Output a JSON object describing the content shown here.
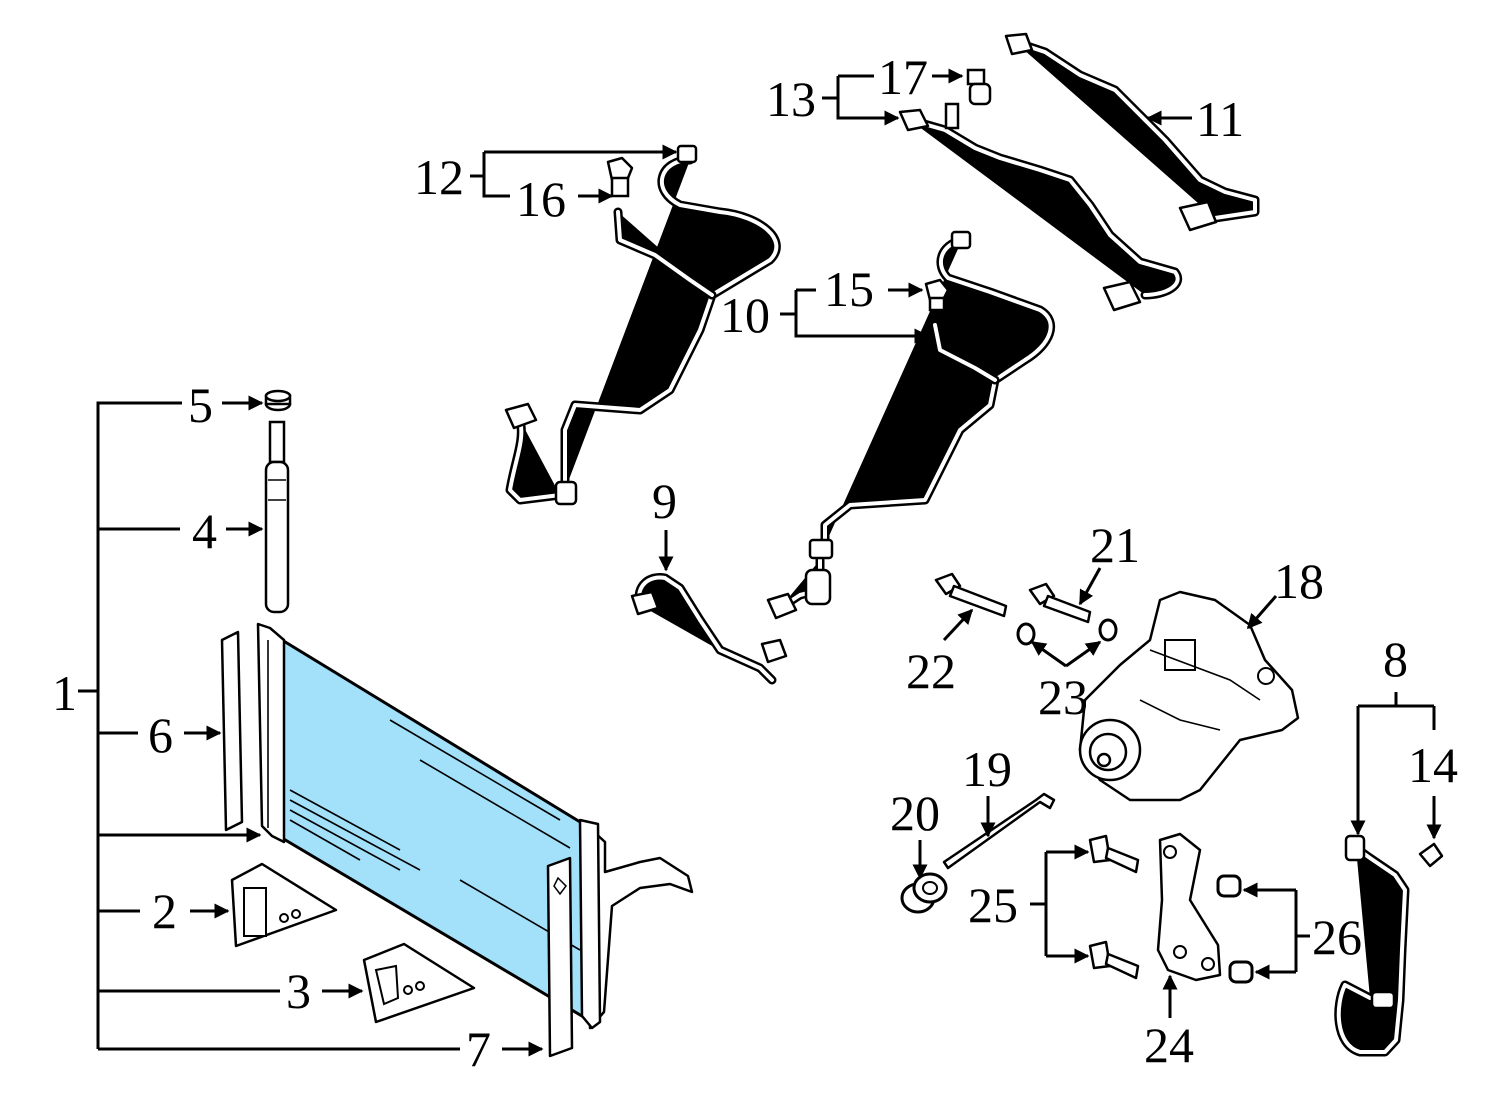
{
  "diagram": {
    "highlight_color": "#a3e0fa",
    "line_color": "#000000",
    "background": "#ffffff",
    "callouts": [
      {
        "id": "1",
        "text": "1"
      },
      {
        "id": "2",
        "text": "2"
      },
      {
        "id": "3",
        "text": "3"
      },
      {
        "id": "4",
        "text": "4"
      },
      {
        "id": "5",
        "text": "5"
      },
      {
        "id": "6",
        "text": "6"
      },
      {
        "id": "7",
        "text": "7"
      },
      {
        "id": "8",
        "text": "8"
      },
      {
        "id": "9",
        "text": "9"
      },
      {
        "id": "10",
        "text": "10"
      },
      {
        "id": "11",
        "text": "11"
      },
      {
        "id": "12",
        "text": "12"
      },
      {
        "id": "13",
        "text": "13"
      },
      {
        "id": "14",
        "text": "14"
      },
      {
        "id": "15",
        "text": "15"
      },
      {
        "id": "16",
        "text": "16"
      },
      {
        "id": "17",
        "text": "17"
      },
      {
        "id": "18",
        "text": "18"
      },
      {
        "id": "19",
        "text": "19"
      },
      {
        "id": "20",
        "text": "20"
      },
      {
        "id": "21",
        "text": "21"
      },
      {
        "id": "22",
        "text": "22"
      },
      {
        "id": "23",
        "text": "23"
      },
      {
        "id": "24",
        "text": "24"
      },
      {
        "id": "25",
        "text": "25"
      },
      {
        "id": "26",
        "text": "26"
      }
    ]
  }
}
